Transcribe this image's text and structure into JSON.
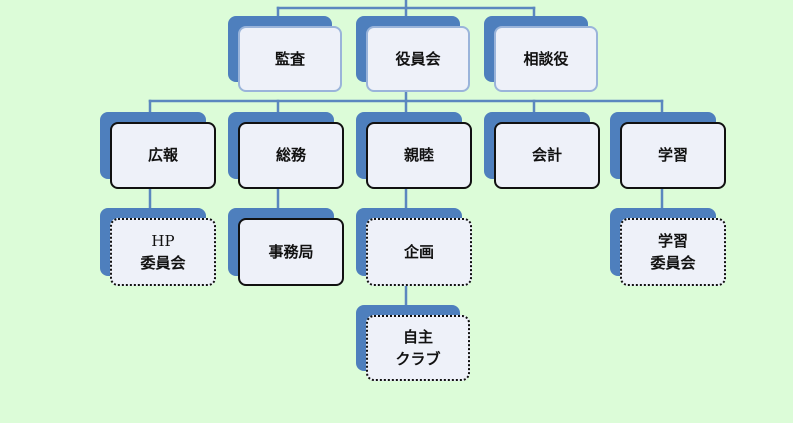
{
  "nodes": {
    "kansa": "監査",
    "yakuinkai": "役員会",
    "soudanyaku": "相談役",
    "kouhou": "広報",
    "soumu": "総務",
    "shinboku": "親睦",
    "kaikei": "会計",
    "gakushu": "学習",
    "hp_line1": "HP",
    "hp_line2": "委員会",
    "jimukyoku": "事務局",
    "kikaku": "企画",
    "jishu_line1": "自主",
    "jishu_line2": "クラブ",
    "gakushu_iinkai_line1": "学習",
    "gakushu_iinkai_line2": "委員会"
  },
  "colors": {
    "background": "#dcfcd8",
    "connector": "#5b87bf",
    "box_fill": "#eef1f9",
    "box_shadow": "#4e7fbd"
  }
}
